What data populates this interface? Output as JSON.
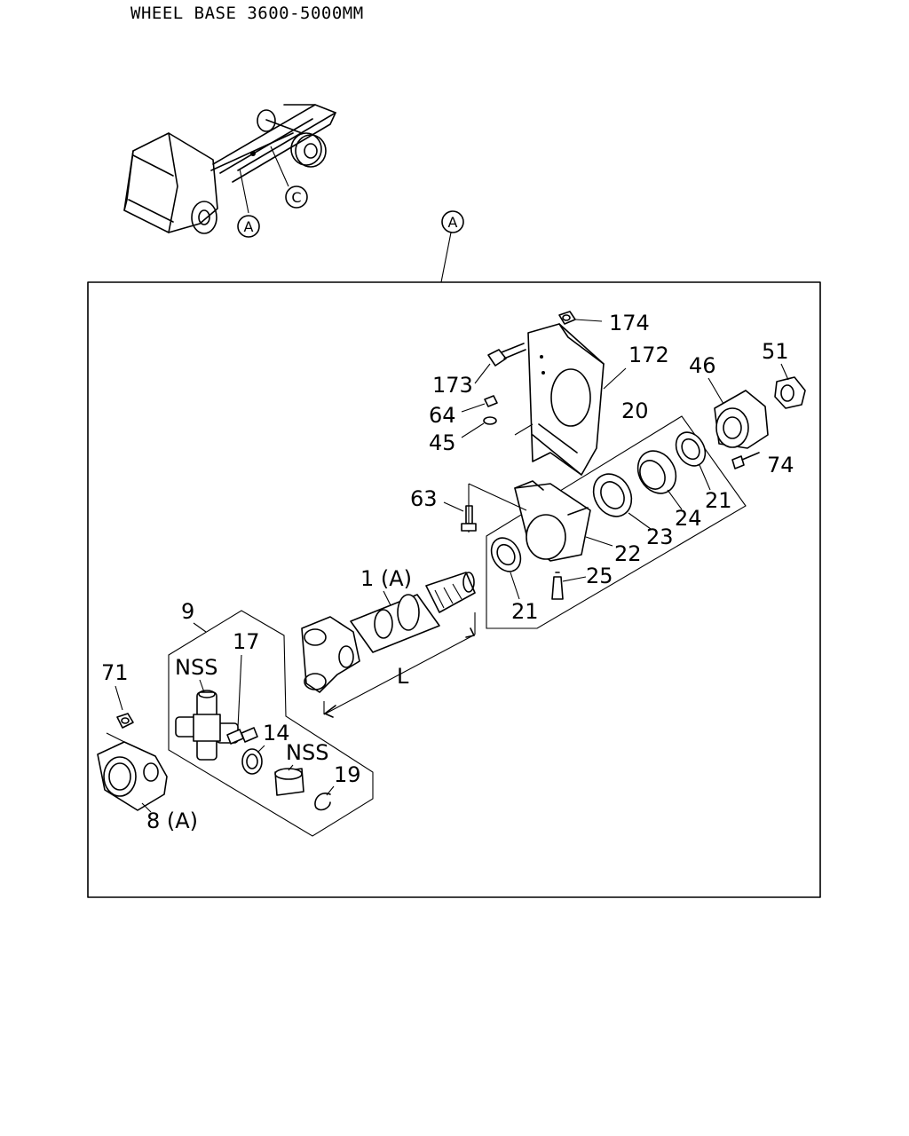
{
  "header": {
    "title": "WHEEL BASE 3600-5000MM"
  },
  "callouts": {
    "a_small": "A",
    "c_small": "C",
    "a_main": "A"
  },
  "parts": {
    "p174": "174",
    "p173": "173",
    "p172": "172",
    "p64": "64",
    "p45": "45",
    "p20": "20",
    "p46": "46",
    "p51": "51",
    "p74": "74",
    "p21a": "21",
    "p24": "24",
    "p23": "23",
    "p22": "22",
    "p63": "63",
    "p25": "25",
    "p21b": "21",
    "p1a": "1 (A)",
    "p9": "9",
    "p17": "17",
    "nss1": "NSS",
    "p71": "71",
    "p14": "14",
    "nss2": "NSS",
    "p19": "19",
    "p8a": "8 (A)",
    "dimL": "L"
  }
}
